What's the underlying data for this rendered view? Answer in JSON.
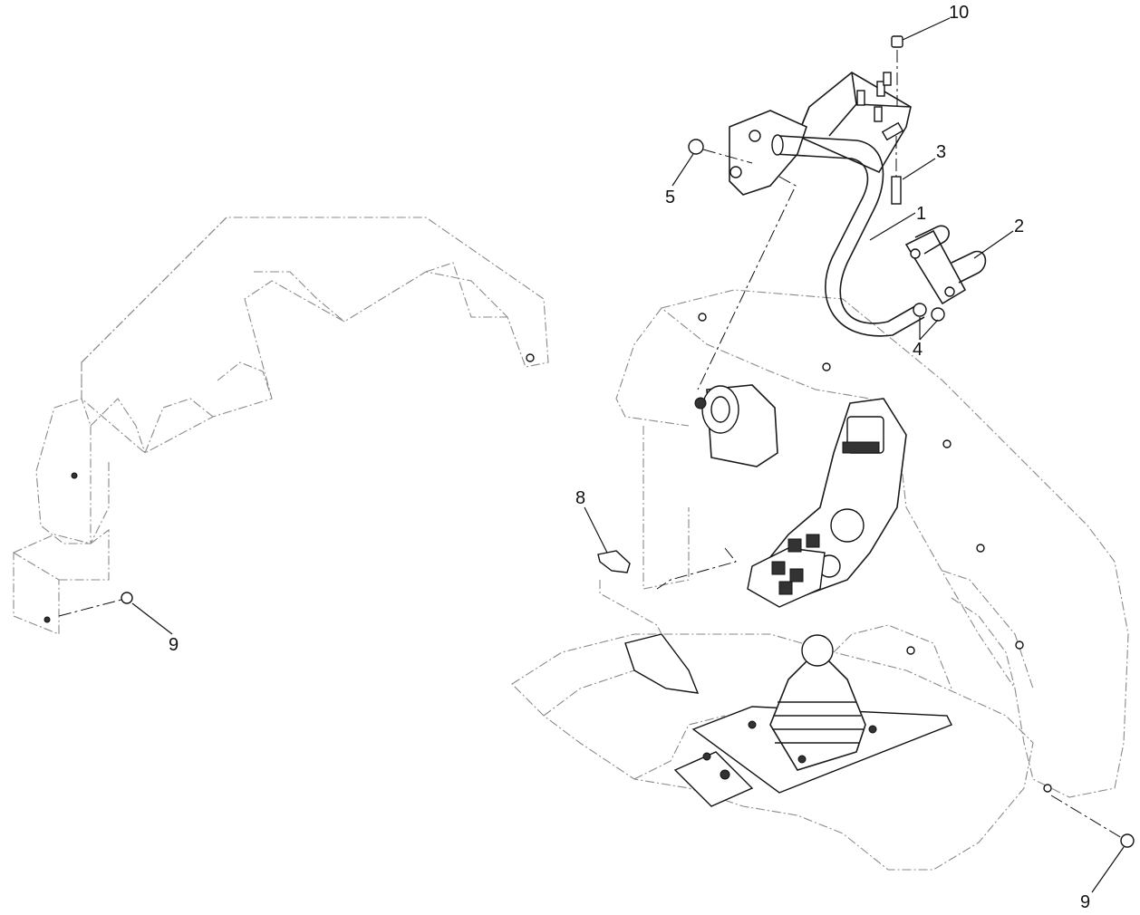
{
  "callouts": {
    "c1": "1",
    "c2": "2",
    "c3": "3",
    "c4": "4",
    "c5": "5",
    "c8": "8",
    "c9_left": "9",
    "c9_right": "9",
    "c10": "10"
  }
}
